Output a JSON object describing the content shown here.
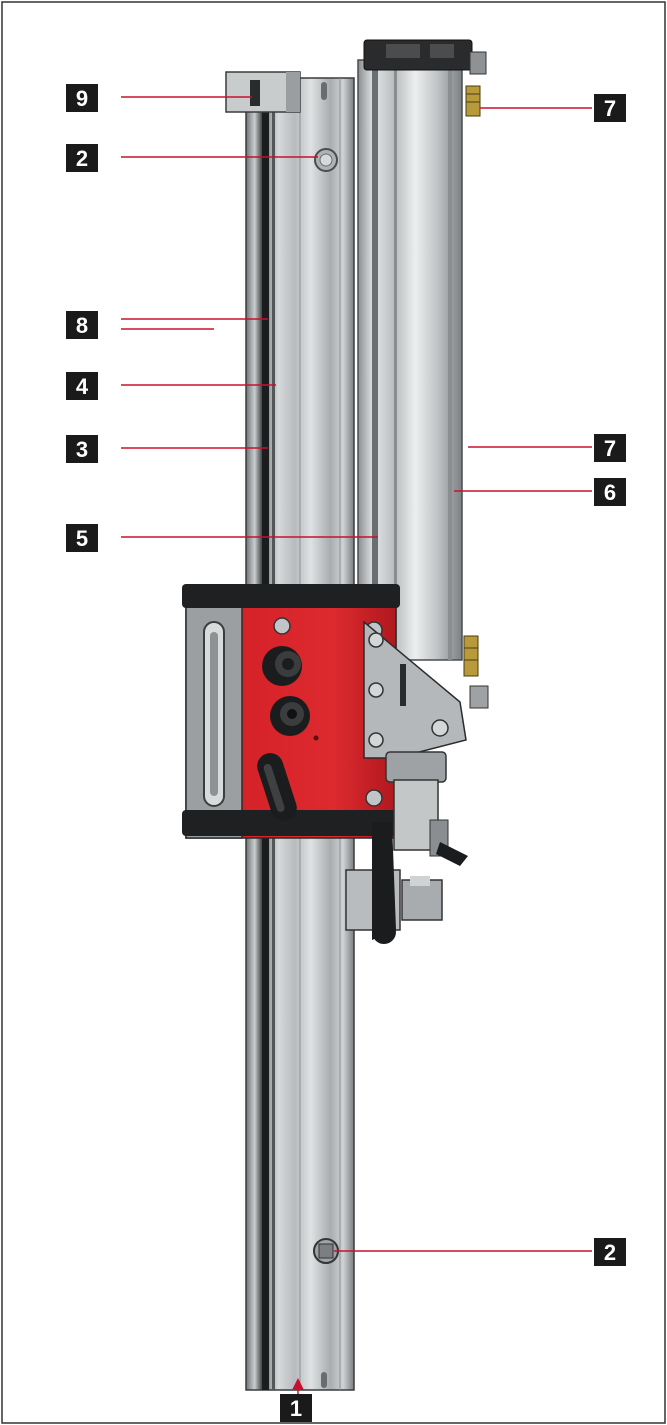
{
  "figure": {
    "colors": {
      "callout_box": "#1a1a1a",
      "callout_text": "#ffffff",
      "leader_line": "#c8102e",
      "carriage_red": "#d31f26",
      "frame": "#333333"
    },
    "callouts": [
      {
        "id": "c9",
        "label": "9"
      },
      {
        "id": "c2a",
        "label": "2"
      },
      {
        "id": "c8",
        "label": "8"
      },
      {
        "id": "c4",
        "label": "4"
      },
      {
        "id": "c3",
        "label": "3"
      },
      {
        "id": "c5",
        "label": "5"
      },
      {
        "id": "c7a",
        "label": "7"
      },
      {
        "id": "c7b",
        "label": "7"
      },
      {
        "id": "c6",
        "label": "6"
      },
      {
        "id": "c2b",
        "label": "2"
      },
      {
        "id": "c1",
        "label": "1"
      }
    ]
  }
}
